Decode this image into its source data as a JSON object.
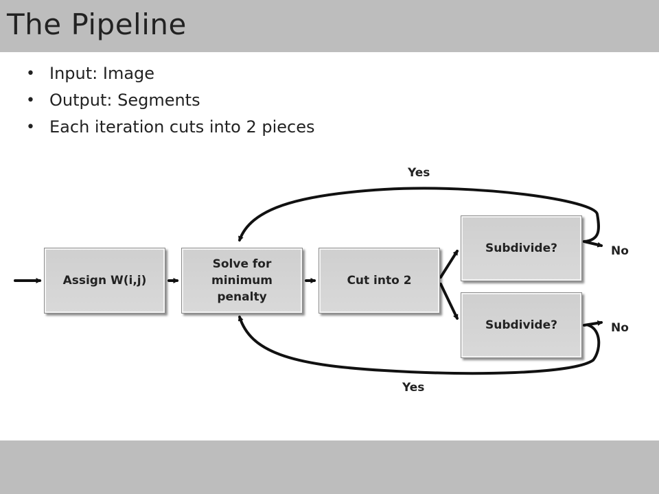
{
  "title": "The Pipeline",
  "bullets": [
    "Input: Image",
    "Output: Segments",
    "Each iteration cuts into 2 pieces"
  ],
  "diagram": {
    "boxes": {
      "assign": "Assign W(i,j)",
      "solve": "Solve for minimum penalty",
      "cut": "Cut into 2",
      "subdivide_top": "Subdivide?",
      "subdivide_bottom": "Subdivide?"
    },
    "labels": {
      "yes_top": "Yes",
      "yes_bottom": "Yes",
      "no_top": "No",
      "no_bottom": "No"
    }
  },
  "colors": {
    "header_bar": "#bdbdbd",
    "box_fill": "#d4d4d4",
    "arrow": "#111111"
  }
}
